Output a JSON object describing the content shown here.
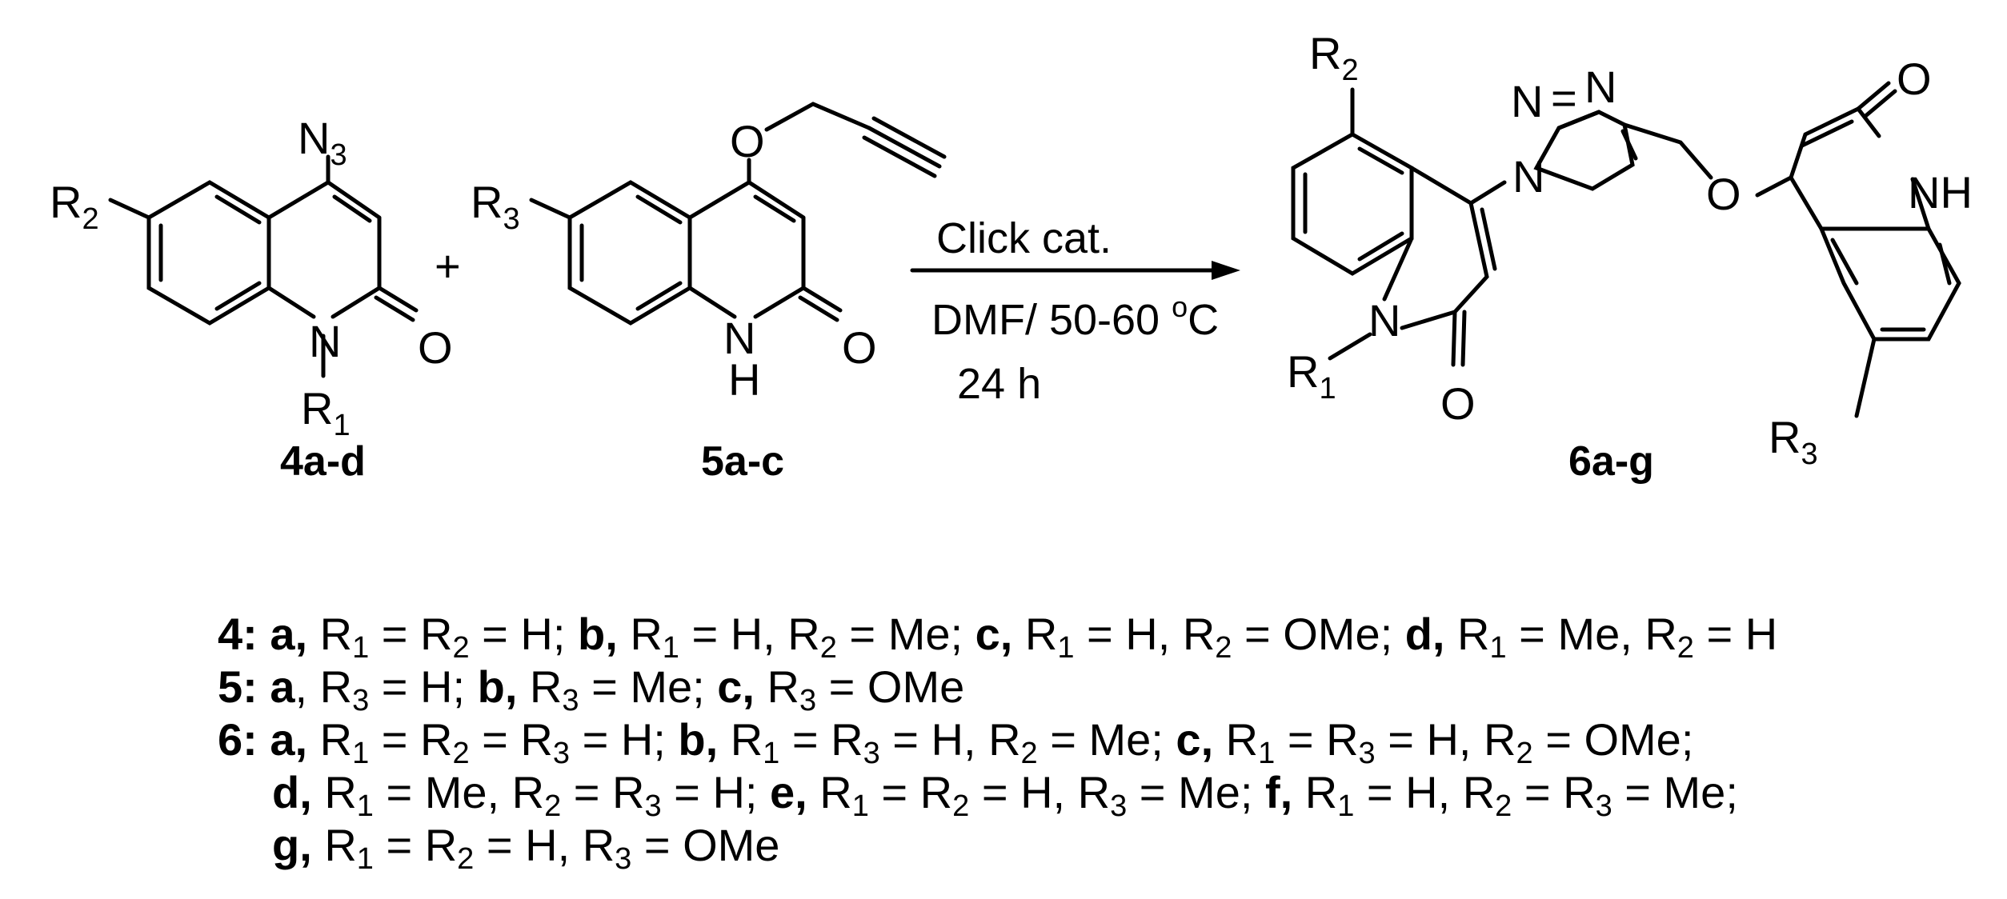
{
  "compounds": {
    "c4": "4a-d",
    "c5": "5a-c",
    "c6": "6a-g"
  },
  "atoms": {
    "N": "N",
    "O": "O",
    "H": "H",
    "NH": "NH",
    "R": "R",
    "sub1": "1",
    "sub2": "2",
    "sub3": "3"
  },
  "plus": "+",
  "conditions": {
    "catalyst": "Click cat.",
    "solvent_temp": "DMF/ 50-60 ",
    "degree": "o",
    "celsius": "C",
    "time": "24 h"
  },
  "legend": {
    "l1": [
      "4: ",
      "a,",
      " R",
      "1",
      " = R",
      "2",
      " = H; ",
      "b,",
      " R",
      "1",
      " = H, R",
      "2",
      " = Me; ",
      "c,",
      " R",
      "1",
      " = H, R",
      "2",
      " = OMe; ",
      "d,",
      " R",
      "1",
      " = Me, R",
      "2",
      " = H"
    ],
    "l2": [
      "5: ",
      "a",
      ", R",
      "3",
      " = H; ",
      "b,",
      " R",
      "3",
      " = Me; ",
      "c,",
      " R",
      "3",
      " = OMe"
    ],
    "l3": [
      "6: ",
      "a,",
      " R",
      "1",
      " = R",
      "2",
      " = R",
      "3",
      " = H; ",
      "b,",
      " R",
      "1",
      " = R",
      "3",
      " = H, R",
      "2",
      " = Me; ",
      "c,",
      " R",
      "1",
      " = R",
      "3",
      " = H, R",
      "2",
      " = OMe;"
    ],
    "l4": [
      "d,",
      " R",
      "1",
      " = Me, R",
      "2",
      " = R",
      "3",
      " = H; ",
      "e,",
      " R",
      "1",
      " = R",
      "2",
      " = H, R",
      "3",
      " = Me; ",
      "f,",
      " R",
      "1",
      " = H, R",
      "2",
      " = R",
      "3",
      " = Me;"
    ],
    "l5": [
      "g,",
      " R",
      "1",
      " = R",
      "2",
      " = H, R",
      "3",
      " = OMe"
    ]
  }
}
